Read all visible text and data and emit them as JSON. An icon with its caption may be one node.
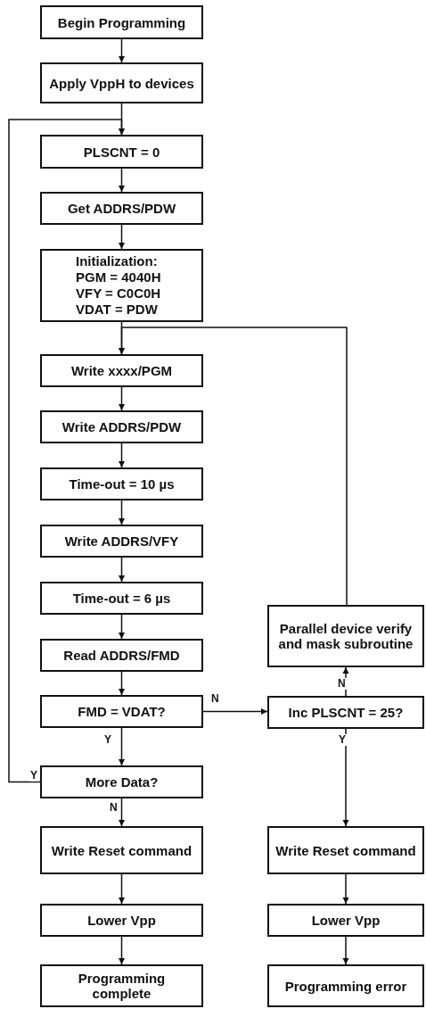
{
  "diagram": {
    "nodes": [
      {
        "text": [
          "Begin Programming"
        ]
      },
      {
        "text": [
          "Apply VppH to devices"
        ]
      },
      {
        "text": [
          "PLSCNT = 0"
        ]
      },
      {
        "text": [
          "Get ADDRS/PDW"
        ]
      },
      {
        "text": [
          "Initialization:",
          "PGM = 4040H",
          "VFY = C0C0H",
          "VDAT = PDW"
        ]
      },
      {
        "text": [
          "Write xxxx/PGM"
        ]
      },
      {
        "text": [
          "Write ADDRS/PDW"
        ]
      },
      {
        "text": [
          "Time-out = 10 µs"
        ]
      },
      {
        "text": [
          "Write ADDRS/VFY"
        ]
      },
      {
        "text": [
          "Time-out = 6 µs"
        ]
      },
      {
        "text": [
          "Read ADDRS/FMD"
        ]
      },
      {
        "text": [
          "FMD = VDAT?"
        ]
      },
      {
        "text": [
          "More Data?"
        ]
      },
      {
        "text": [
          "Write Reset command"
        ]
      },
      {
        "text": [
          "Lower Vpp"
        ]
      },
      {
        "text": [
          "Programming complete"
        ]
      },
      {
        "text": [
          "Parallel device verify and mask subroutine"
        ]
      },
      {
        "text": [
          "Inc PLSCNT = 25?"
        ]
      },
      {
        "text": [
          "Write Reset command"
        ]
      },
      {
        "text": [
          "Lower Vpp"
        ]
      },
      {
        "text": [
          "Programming error"
        ]
      }
    ],
    "edges": [
      {
        "from": 0,
        "to": 1,
        "arrow": "to"
      },
      {
        "from": 1,
        "to": 2,
        "arrow": "to"
      },
      {
        "from": 2,
        "to": 3,
        "arrow": "to"
      },
      {
        "from": 3,
        "to": 4,
        "arrow": "to"
      },
      {
        "from": 4,
        "to": 5,
        "arrow": "to"
      },
      {
        "from": 5,
        "to": 6,
        "arrow": "to"
      },
      {
        "from": 6,
        "to": 7,
        "arrow": "to"
      },
      {
        "from": 7,
        "to": 8,
        "arrow": "to"
      },
      {
        "from": 8,
        "to": 9,
        "arrow": "to"
      },
      {
        "from": 9,
        "to": 10,
        "arrow": "to"
      },
      {
        "from": 10,
        "to": 11,
        "arrow": "to"
      },
      {
        "from": 11,
        "to": 12,
        "arrow": "to",
        "label": "Y"
      },
      {
        "from": 11,
        "to": 17,
        "arrow": "to",
        "label": "N"
      },
      {
        "from": 17,
        "to": 16,
        "arrow": "to",
        "label": "N"
      },
      {
        "from": 16,
        "to": 5,
        "arrow": "to"
      },
      {
        "from": 12,
        "to": 2,
        "arrow": "to",
        "label": "Y"
      },
      {
        "from": 12,
        "to": 13,
        "arrow": "to",
        "label": "N"
      },
      {
        "from": 13,
        "to": 14,
        "arrow": "to"
      },
      {
        "from": 14,
        "to": 15,
        "arrow": "to"
      },
      {
        "from": 17,
        "to": 18,
        "arrow": "to",
        "label": "Y"
      },
      {
        "from": 18,
        "to": 19,
        "arrow": "to"
      },
      {
        "from": 19,
        "to": 20,
        "arrow": "to"
      }
    ]
  }
}
